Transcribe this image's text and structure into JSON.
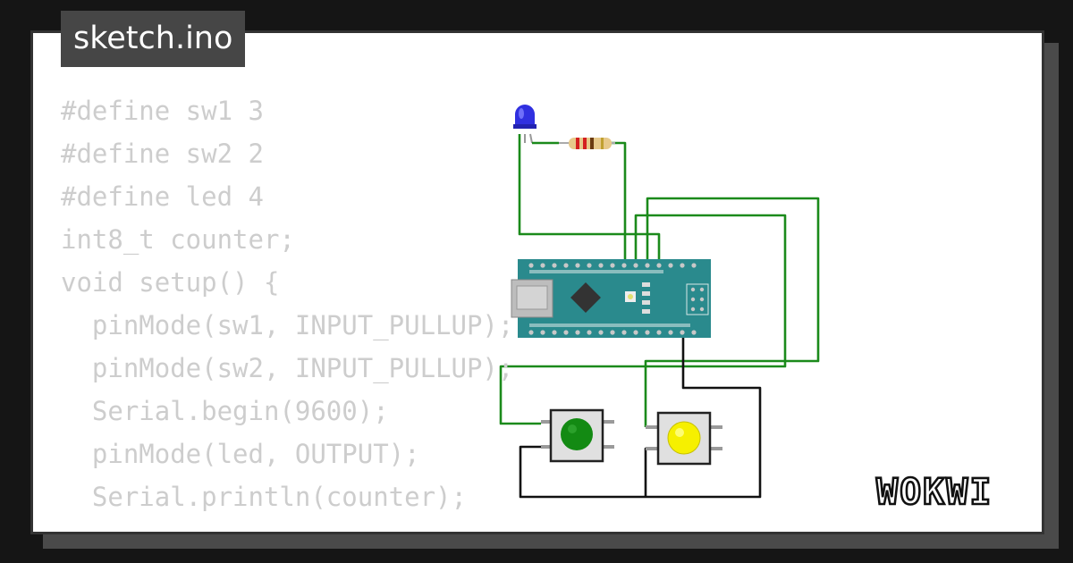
{
  "file": {
    "name": "sketch.ino"
  },
  "code": {
    "lines": [
      "#define sw1 3",
      "#define sw2 2",
      "#define led 4",
      "int8_t counter;",
      "void setup() {",
      "  pinMode(sw1, INPUT_PULLUP);",
      "  pinMode(sw2, INPUT_PULLUP);",
      "  Serial.begin(9600);",
      "  pinMode(led, OUTPUT);",
      "  Serial.println(counter);"
    ]
  },
  "brand": {
    "name": "WOKWI"
  },
  "colors": {
    "background": "#151515",
    "card": "#ffffff",
    "code_text": "#cdcdcd",
    "tab_bg": "#464646",
    "wire_green": "#1b8a1b",
    "wire_black": "#111111",
    "board": "#2a8a8d",
    "led": "#3030e0",
    "button_green": "#138a13",
    "button_yellow": "#f6f000"
  },
  "components": {
    "led": "blue-led-icon",
    "resistor": "resistor-icon",
    "board": "arduino-nano-icon",
    "button_green": "green-pushbutton-icon",
    "button_yellow": "yellow-pushbutton-icon"
  }
}
